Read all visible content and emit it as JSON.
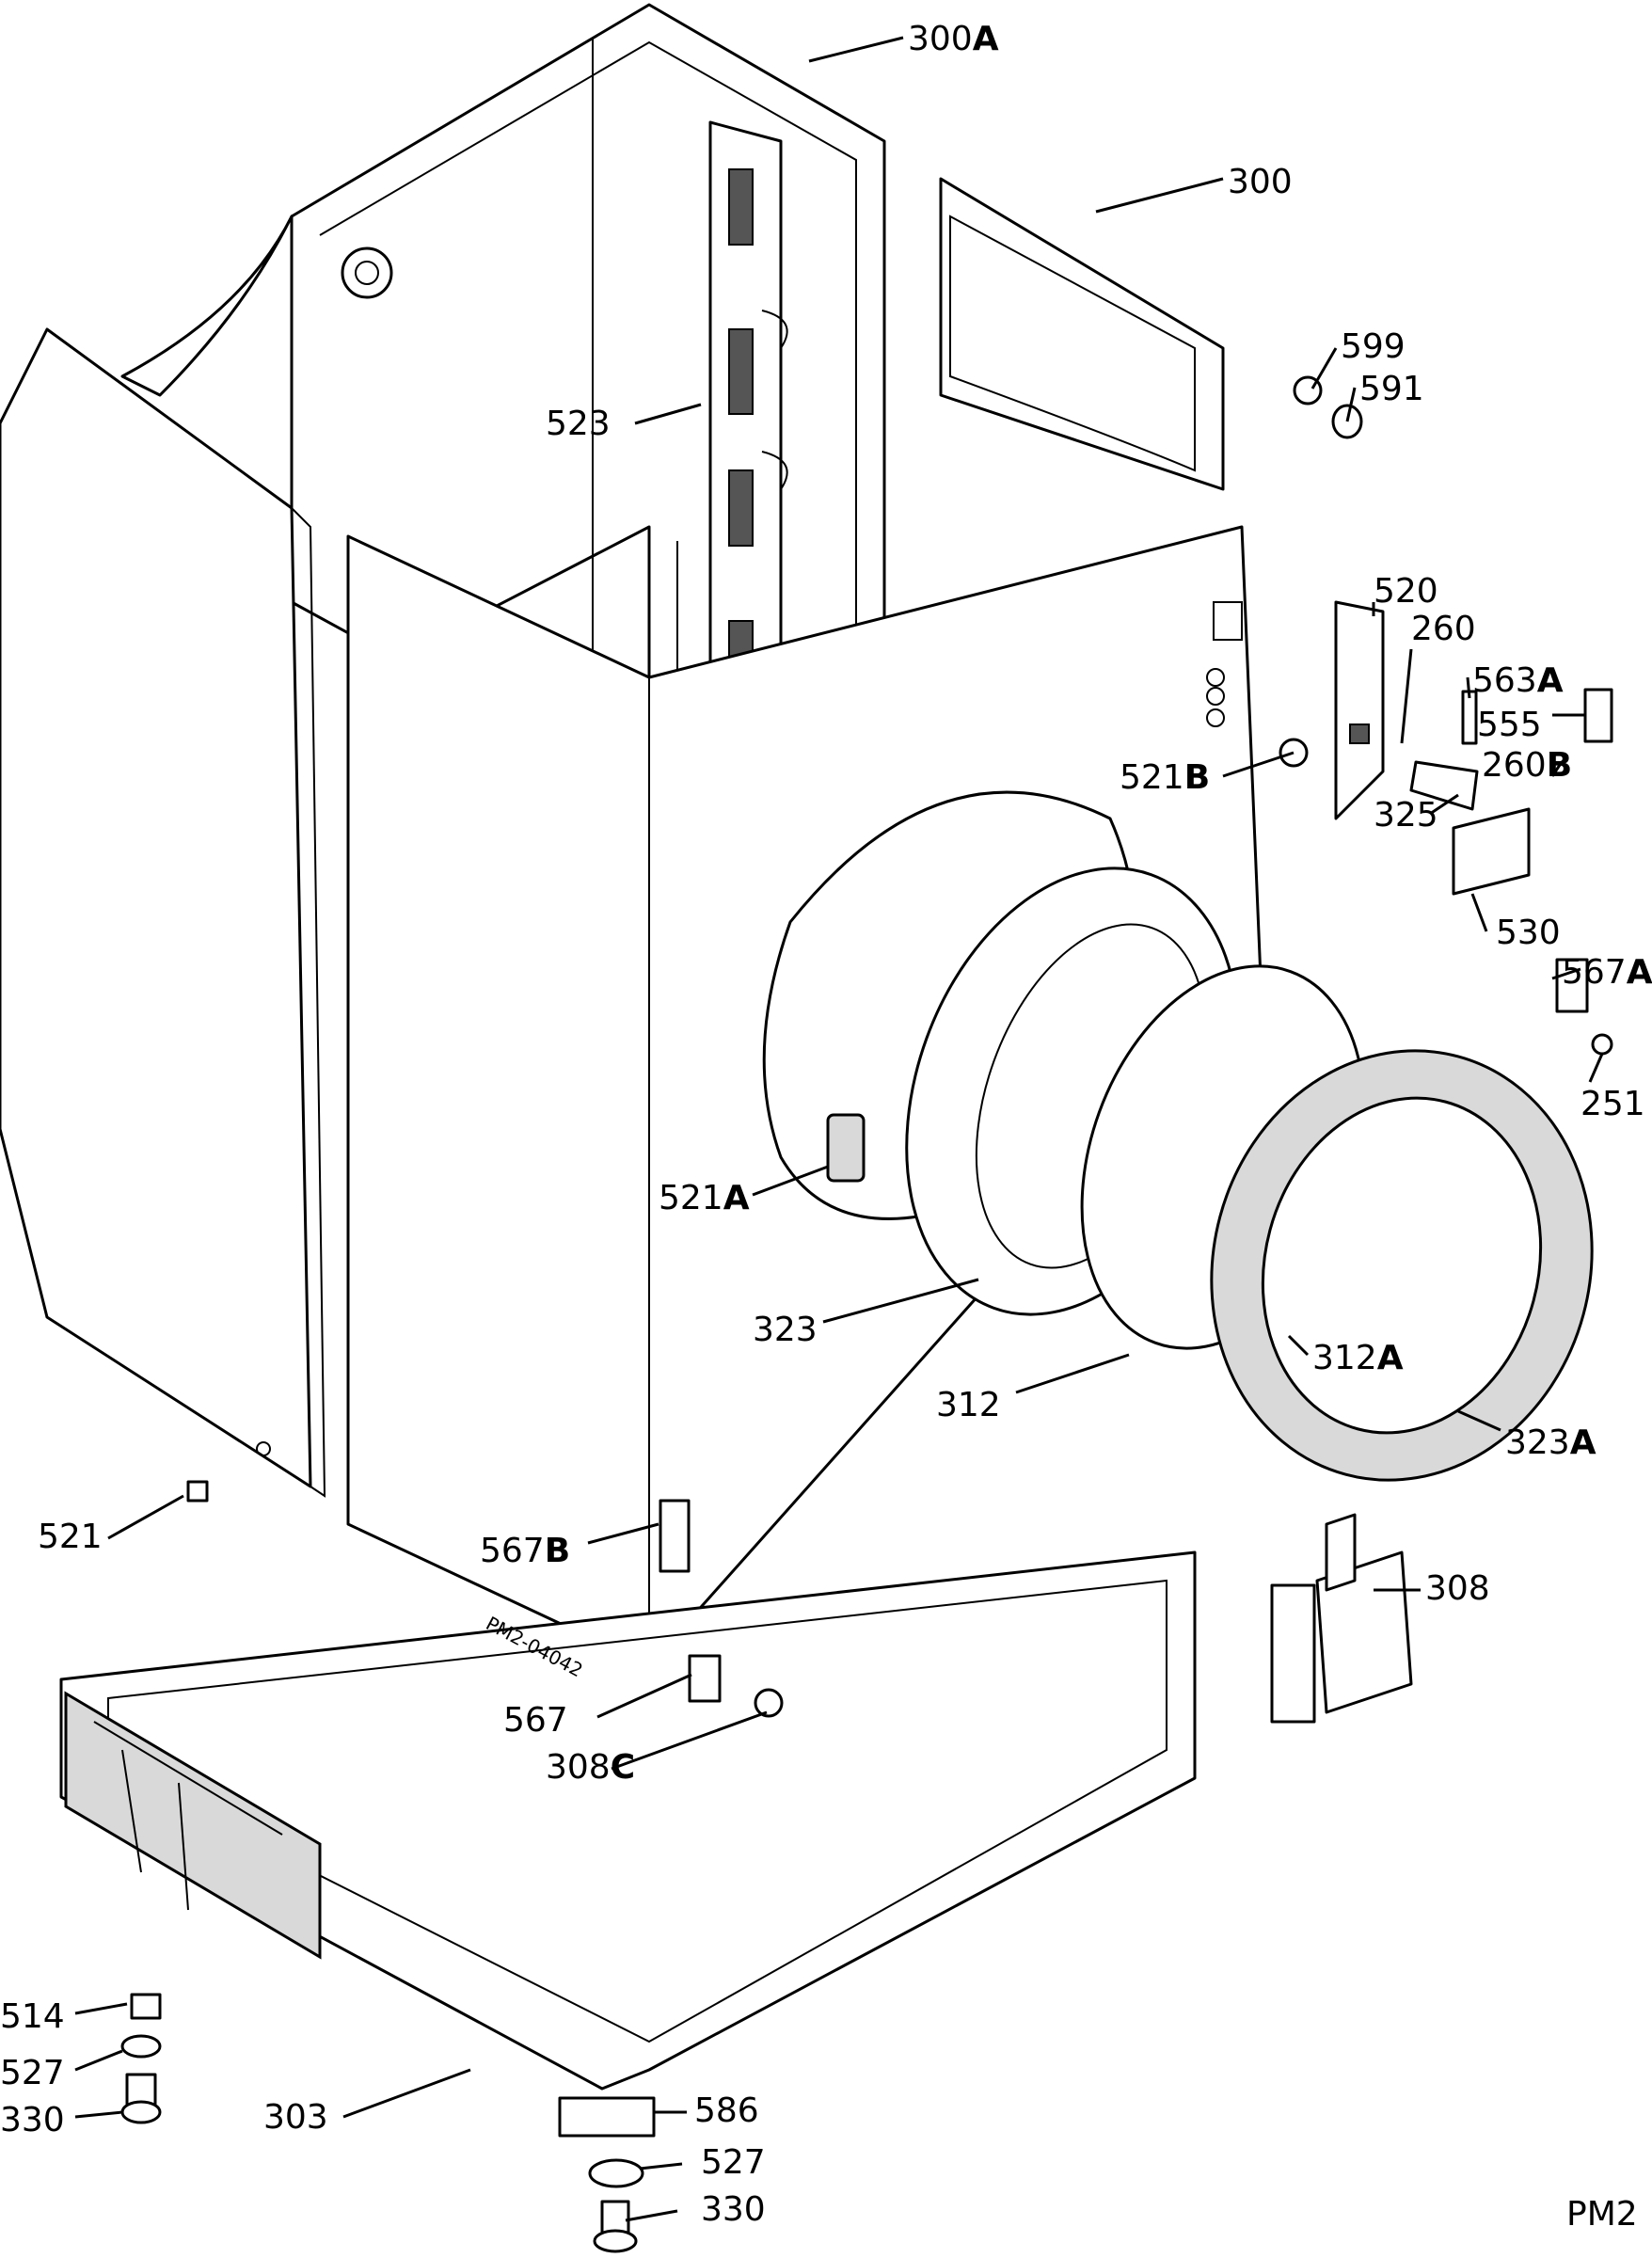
{
  "diagram_code": "PM2",
  "stamp": "PM2-04042",
  "labels": [
    {
      "id": "300A",
      "num": "300",
      "suffix": "A"
    },
    {
      "id": "300",
      "num": "300",
      "suffix": ""
    },
    {
      "id": "599",
      "num": "599",
      "suffix": ""
    },
    {
      "id": "591",
      "num": "591",
      "suffix": ""
    },
    {
      "id": "523",
      "num": "523",
      "suffix": ""
    },
    {
      "id": "520",
      "num": "520",
      "suffix": ""
    },
    {
      "id": "260",
      "num": "260",
      "suffix": ""
    },
    {
      "id": "563A",
      "num": "563",
      "suffix": "A"
    },
    {
      "id": "555",
      "num": "555",
      "suffix": ""
    },
    {
      "id": "260B",
      "num": "260",
      "suffix": "B"
    },
    {
      "id": "521B",
      "num": "521",
      "suffix": "B"
    },
    {
      "id": "325",
      "num": "325",
      "suffix": ""
    },
    {
      "id": "530",
      "num": "530",
      "suffix": ""
    },
    {
      "id": "567A",
      "num": "567",
      "suffix": "A"
    },
    {
      "id": "251",
      "num": "251",
      "suffix": ""
    },
    {
      "id": "521A",
      "num": "521",
      "suffix": "A"
    },
    {
      "id": "323",
      "num": "323",
      "suffix": ""
    },
    {
      "id": "312A",
      "num": "312",
      "suffix": "A"
    },
    {
      "id": "312",
      "num": "312",
      "suffix": ""
    },
    {
      "id": "323A",
      "num": "323",
      "suffix": "A"
    },
    {
      "id": "521",
      "num": "521",
      "suffix": ""
    },
    {
      "id": "567B",
      "num": "567",
      "suffix": "B"
    },
    {
      "id": "308",
      "num": "308",
      "suffix": ""
    },
    {
      "id": "567",
      "num": "567",
      "suffix": ""
    },
    {
      "id": "308C",
      "num": "308",
      "suffix": "C"
    },
    {
      "id": "514",
      "num": "514",
      "suffix": ""
    },
    {
      "id": "527a",
      "num": "527",
      "suffix": ""
    },
    {
      "id": "330a",
      "num": "330",
      "suffix": ""
    },
    {
      "id": "303",
      "num": "303",
      "suffix": ""
    },
    {
      "id": "586",
      "num": "586",
      "suffix": ""
    },
    {
      "id": "527b",
      "num": "527",
      "suffix": ""
    },
    {
      "id": "330b",
      "num": "330",
      "suffix": ""
    }
  ]
}
